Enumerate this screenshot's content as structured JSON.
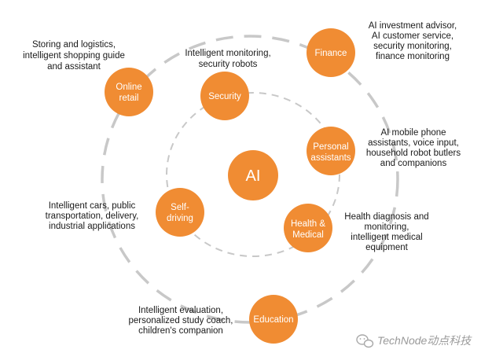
{
  "center": {
    "label": "AI"
  },
  "nodes": {
    "online_retail": {
      "label_lines": [
        "Online",
        "retail"
      ],
      "desc_lines": [
        "Storing and logistics,",
        "intelligent shopping guide",
        "and assistant"
      ]
    },
    "security": {
      "label_lines": [
        "Security"
      ],
      "desc_lines": [
        "Intelligent monitoring,",
        "security robots"
      ]
    },
    "finance": {
      "label_lines": [
        "Finance"
      ],
      "desc_lines": [
        "AI investment advisor,",
        "AI customer service,",
        "security monitoring,",
        "finance monitoring"
      ]
    },
    "personal_assistants": {
      "label_lines": [
        "Personal",
        "assistants"
      ],
      "desc_lines": [
        "AI mobile phone",
        "assistants, voice input,",
        "household robot butlers",
        "and companions"
      ]
    },
    "health_medical": {
      "label_lines": [
        "Health &",
        "Medical"
      ],
      "desc_lines": [
        "Health diagnosis and",
        "monitoring,",
        "intelligent medical",
        "equipment"
      ]
    },
    "self_driving": {
      "label_lines": [
        "Self-",
        "driving"
      ],
      "desc_lines": [
        "Intelligent cars, public",
        "transportation, delivery,",
        "industrial applications"
      ]
    },
    "education": {
      "label_lines": [
        "Education"
      ],
      "desc_lines": [
        "Intelligent evaluation,",
        "personalized study coach,",
        "children's companion"
      ]
    }
  },
  "watermark": {
    "text": "TechNode动点科技",
    "icon": "wechat-icon"
  },
  "colors": {
    "node": "#f08c33",
    "ring": "#c8c8c8",
    "text": "#1a1a1a"
  }
}
